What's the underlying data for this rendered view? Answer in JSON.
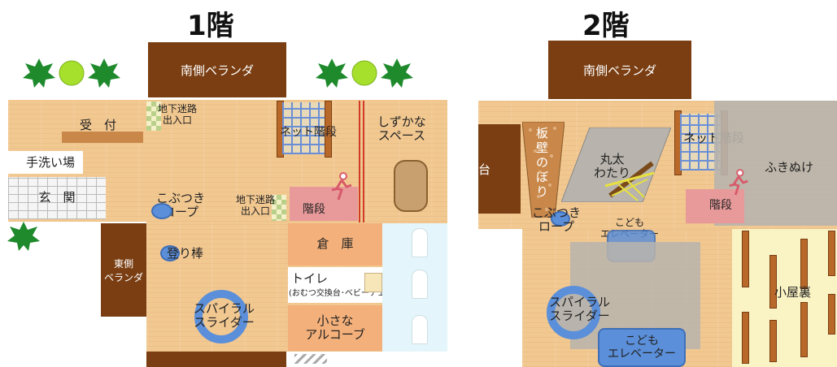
{
  "floor1": {
    "title": "1階",
    "south_veranda": "南側ベランダ",
    "reception": "受　付",
    "maze_entrance": "地下迷路\n出入口",
    "net_stairs": "ネット階段",
    "quiet_space": "しずかな\nスペース",
    "handwash": "手洗い場",
    "entrance_hall": "玄　関",
    "bump_rope": "こぶつき\nロープ",
    "maze_entrance2": "地下迷路\n出入口",
    "stairs": "階段",
    "east_veranda": "東側\nベランダ",
    "climbing_pole": "登り棒",
    "storage": "倉　庫",
    "toilet": "トイレ",
    "toilet_note": "(おむつ交換台･ベビーチェア)",
    "spiral_slider": "スパイラル\nスライダー",
    "small_alcove": "小さな\nアルコーブ"
  },
  "floor2": {
    "title": "2階",
    "south_veranda": "南側ベランダ",
    "partial_left": "台",
    "board_wall": "板\n壁\nの\nぼ\nり",
    "log_crossing": "丸太\nわたり",
    "net_stairs": "ネット階段",
    "fukinuke": "ふきぬけ",
    "stairs": "階段",
    "bump_rope": "こぶつき\nロープ",
    "kids_elevator": "こども\nエレベーター",
    "spiral_slider": "スパイラル\nスライダー",
    "attic": "小屋裏",
    "kids_elevator2": "こども\nエレベーター"
  },
  "colors": {
    "wood": "#f2c891",
    "veranda": "#7a3e12",
    "oval": "#5b8fd9",
    "storage": "#f4b07a",
    "tree": "#1e9a2e",
    "bush": "#a8e030"
  }
}
